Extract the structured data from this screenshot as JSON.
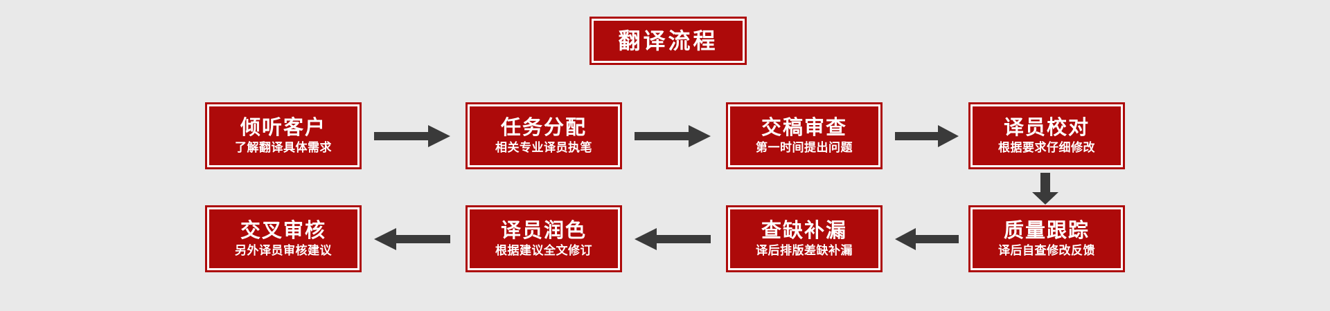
{
  "diagram": {
    "title": "翻译流程",
    "background_color": "#e9e9e9",
    "node_fill_color": "#ad0a0a",
    "node_border_color": "#ad0a0a",
    "node_inner_line_color": "#ffffff",
    "node_text_color": "#ffffff",
    "arrow_color": "#3a3a3a"
  },
  "steps": [
    {
      "index": 1,
      "main": "倾听客户",
      "sub": "了解翻译具体需求"
    },
    {
      "index": 2,
      "main": "任务分配",
      "sub": "相关专业译员执笔"
    },
    {
      "index": 3,
      "main": "交稿审查",
      "sub": "第一时间提出问题"
    },
    {
      "index": 4,
      "main": "译员校对",
      "sub": "根据要求仔细修改"
    },
    {
      "index": 5,
      "main": "质量跟踪",
      "sub": "译后自查修改反馈"
    },
    {
      "index": 6,
      "main": "查缺补漏",
      "sub": "译后排版差缺补漏"
    },
    {
      "index": 7,
      "main": "译员润色",
      "sub": "根据建议全文修订"
    },
    {
      "index": 8,
      "main": "交叉审核",
      "sub": "另外译员审核建议"
    }
  ],
  "connectors": [
    {
      "id": "arrow-1-2",
      "from": 1,
      "to": 2,
      "direction": "right"
    },
    {
      "id": "arrow-2-3",
      "from": 2,
      "to": 3,
      "direction": "right"
    },
    {
      "id": "arrow-3-4",
      "from": 3,
      "to": 4,
      "direction": "right"
    },
    {
      "id": "arrow-4-5",
      "from": 4,
      "to": 5,
      "direction": "down"
    },
    {
      "id": "arrow-5-6",
      "from": 5,
      "to": 6,
      "direction": "left"
    },
    {
      "id": "arrow-6-7",
      "from": 6,
      "to": 7,
      "direction": "left"
    },
    {
      "id": "arrow-7-8",
      "from": 7,
      "to": 8,
      "direction": "left"
    }
  ]
}
